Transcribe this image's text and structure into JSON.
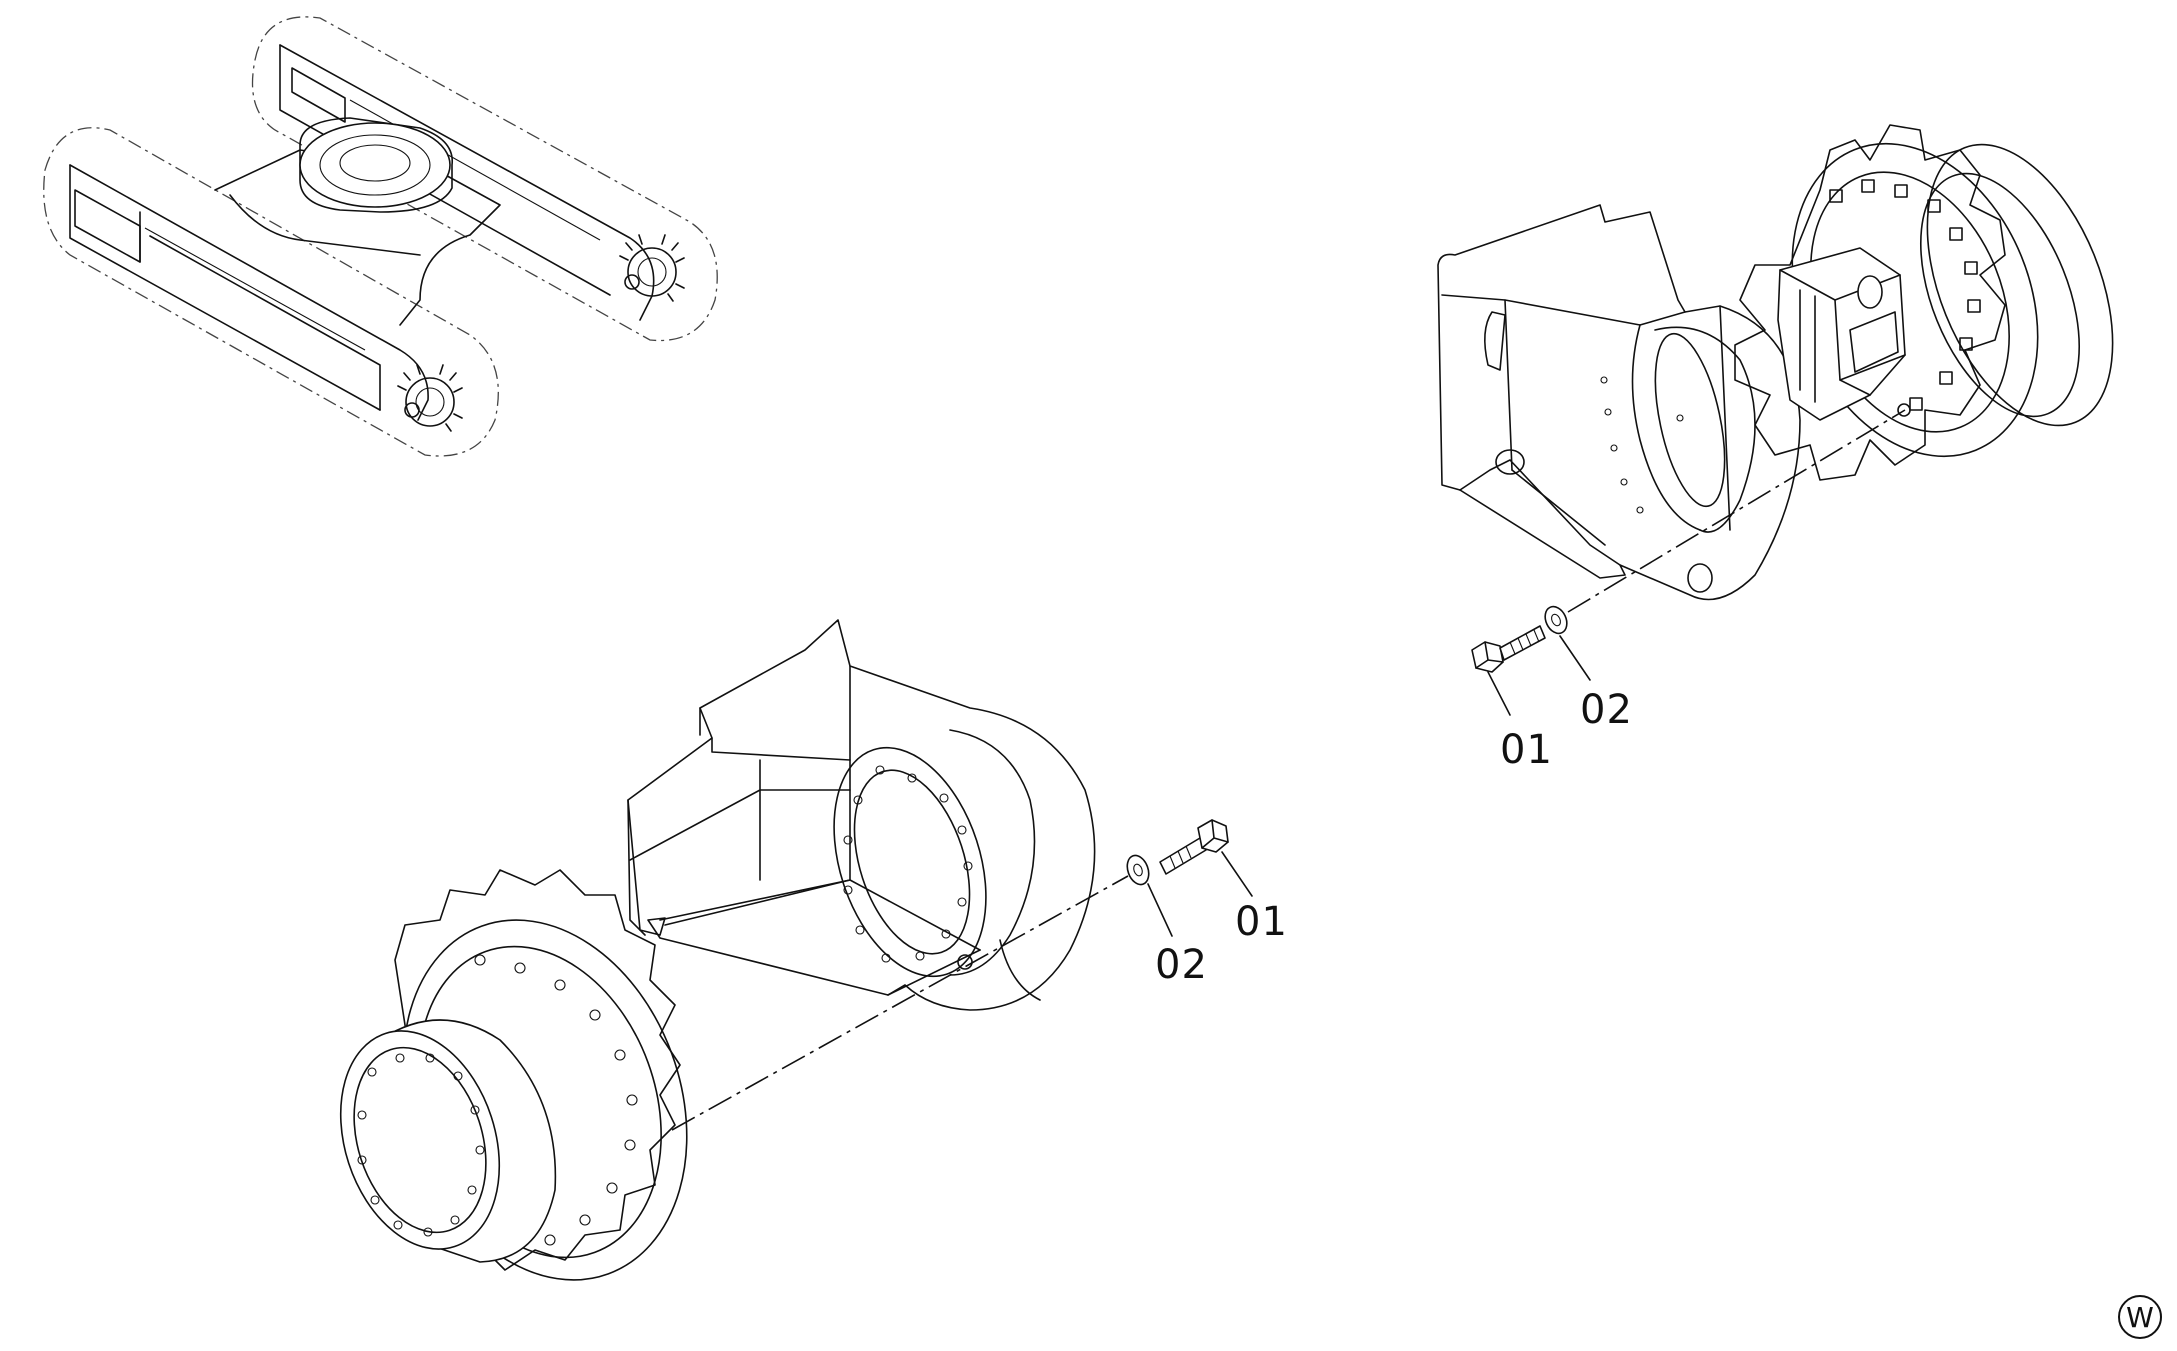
{
  "callouts": {
    "left_bolt": "01",
    "left_washer": "02",
    "right_bolt": "01",
    "right_washer": "02"
  },
  "corner_mark": "W"
}
